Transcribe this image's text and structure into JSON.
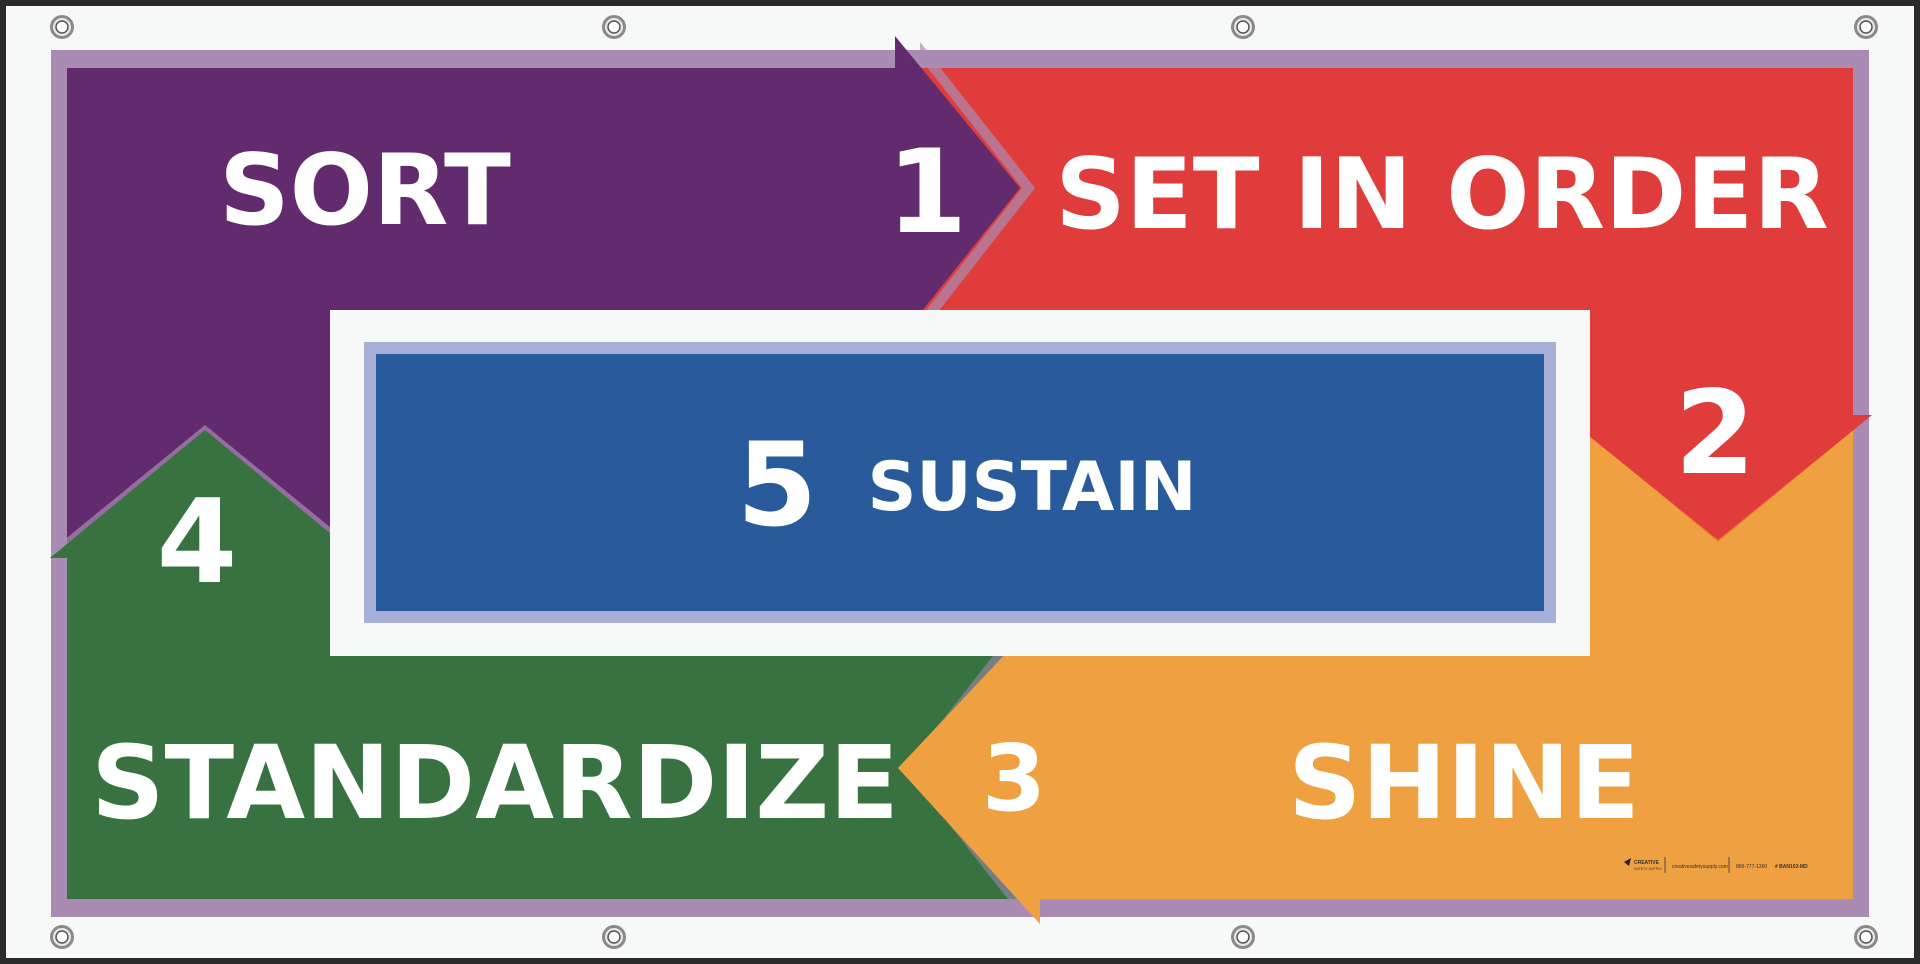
{
  "banner": {
    "steps": [
      {
        "number": "1",
        "label": "SORT",
        "color": "#622b6d"
      },
      {
        "number": "2",
        "label": "SET IN ORDER",
        "color": "#e03c3b"
      },
      {
        "number": "3",
        "label": "SHINE",
        "color": "#efa040"
      },
      {
        "number": "4",
        "label": "STANDARDIZE",
        "color": "#377240"
      },
      {
        "number": "5",
        "label": "SUSTAIN",
        "color": "#285a9c"
      }
    ],
    "border_color": "#a98bb3",
    "grommet_count": 8,
    "footer": {
      "brand": "CREATIVE",
      "brand_sub": "SAFETY SUPPLY",
      "website": "creativesafetysupply.com",
      "phone": "866-777-1360",
      "product_code": "# BAN102-MD"
    }
  }
}
